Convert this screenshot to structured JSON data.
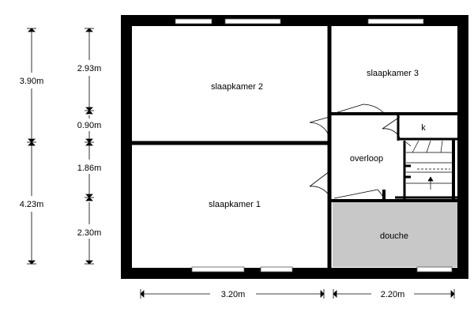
{
  "rooms": {
    "bedroom2": "slaapkamer 2",
    "bedroom3": "slaapkamer 3",
    "bedroom1": "slaapkamer 1",
    "landing": "overloop",
    "closet": "k",
    "shower": "douche"
  },
  "dimensions": {
    "left_outer": [
      "3.90m",
      "4.23m"
    ],
    "left_inner": [
      "2.93m",
      "0.90m",
      "1.86m",
      "2.30m"
    ],
    "bottom": [
      "3.20m",
      "2.20m"
    ]
  },
  "colors": {
    "wall": "#000000",
    "shower_fill": "#c8c8c8",
    "window": "#ffffff"
  }
}
